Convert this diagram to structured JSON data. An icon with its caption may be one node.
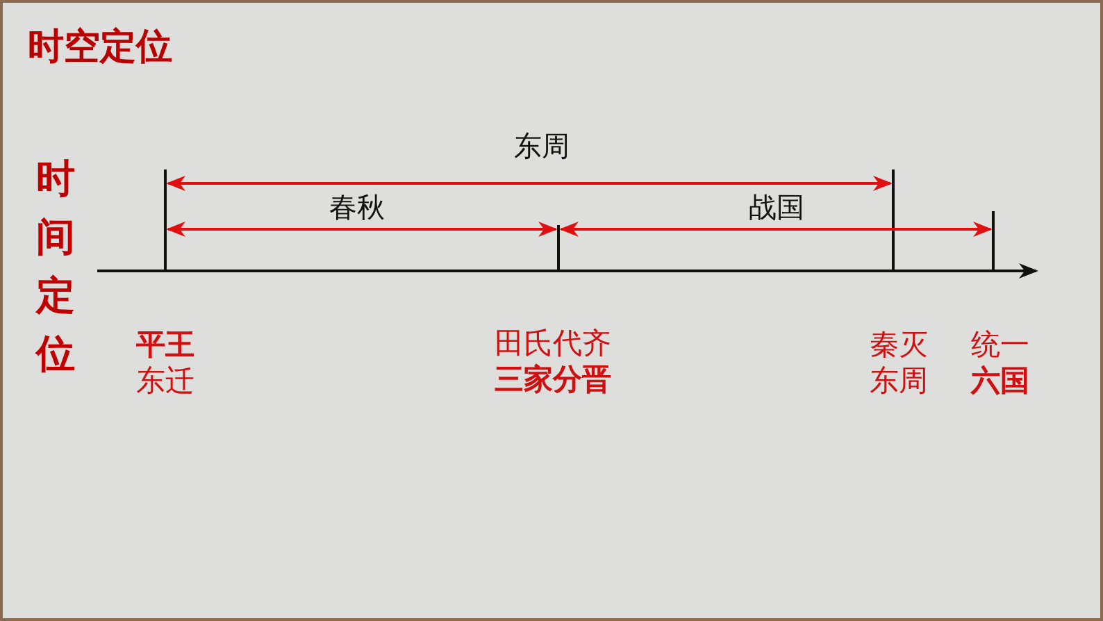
{
  "diagram": {
    "title": "时空定位",
    "labels": [
      "时间定位",
      "东周",
      "春秋",
      "战国",
      "**平王**东迁",
      "田氏代齐",
      "三家分晋",
      "秦灭东周",
      "统一**六国**"
    ]
  }
}
